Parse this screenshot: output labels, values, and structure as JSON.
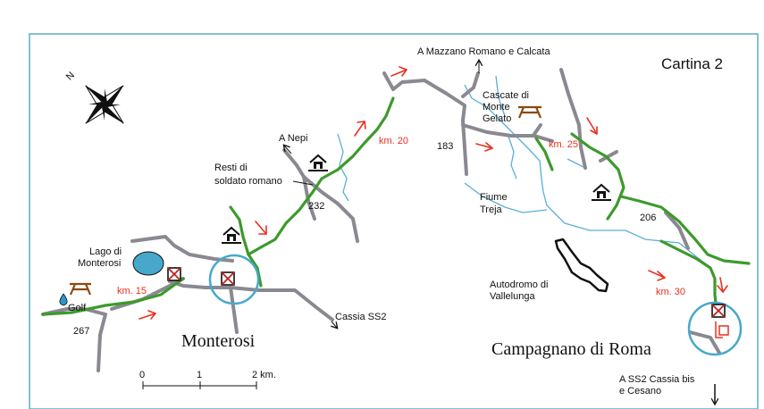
{
  "title": "Cartina 2",
  "compass": {
    "north_label": "N"
  },
  "colors": {
    "frame": "#5aaec8",
    "road": "#8a8890",
    "route": "#3d9a2c",
    "river": "#5aaed8",
    "arrow": "#e83020",
    "km_text": "#e83020",
    "lake": "#47a8cc",
    "picnic": "#8a4a10"
  },
  "towns": {
    "monterosi": "Monterosi",
    "campagnano": "Campagnano di Roma"
  },
  "labels": {
    "lago": [
      "Lago di",
      "Monterosi"
    ],
    "golf": "Golf",
    "resti": [
      "Resti di",
      "soldato romano"
    ],
    "nepi": "A Nepi",
    "mazzano": "A Mazzano Romano e Calcata",
    "cascate": [
      "Cascate di",
      "Monte",
      "Gelato"
    ],
    "fiume": [
      "Fiume",
      "Treja"
    ],
    "autodromo": [
      "Autodromo di",
      "Vallelunga"
    ],
    "cassia": "Cassia SS2",
    "cassia_bis": [
      "A SS2 Cassia bis",
      "e Cesano"
    ]
  },
  "road_numbers": {
    "r267": "267",
    "r232": "232",
    "r183": "183",
    "r206": "206"
  },
  "km_markers": {
    "km15": "km. 15",
    "km20": "km. 20",
    "km25": "km. 25",
    "km30": "km. 30"
  },
  "scale": {
    "ticks": [
      "0",
      "1",
      "2 km."
    ]
  }
}
